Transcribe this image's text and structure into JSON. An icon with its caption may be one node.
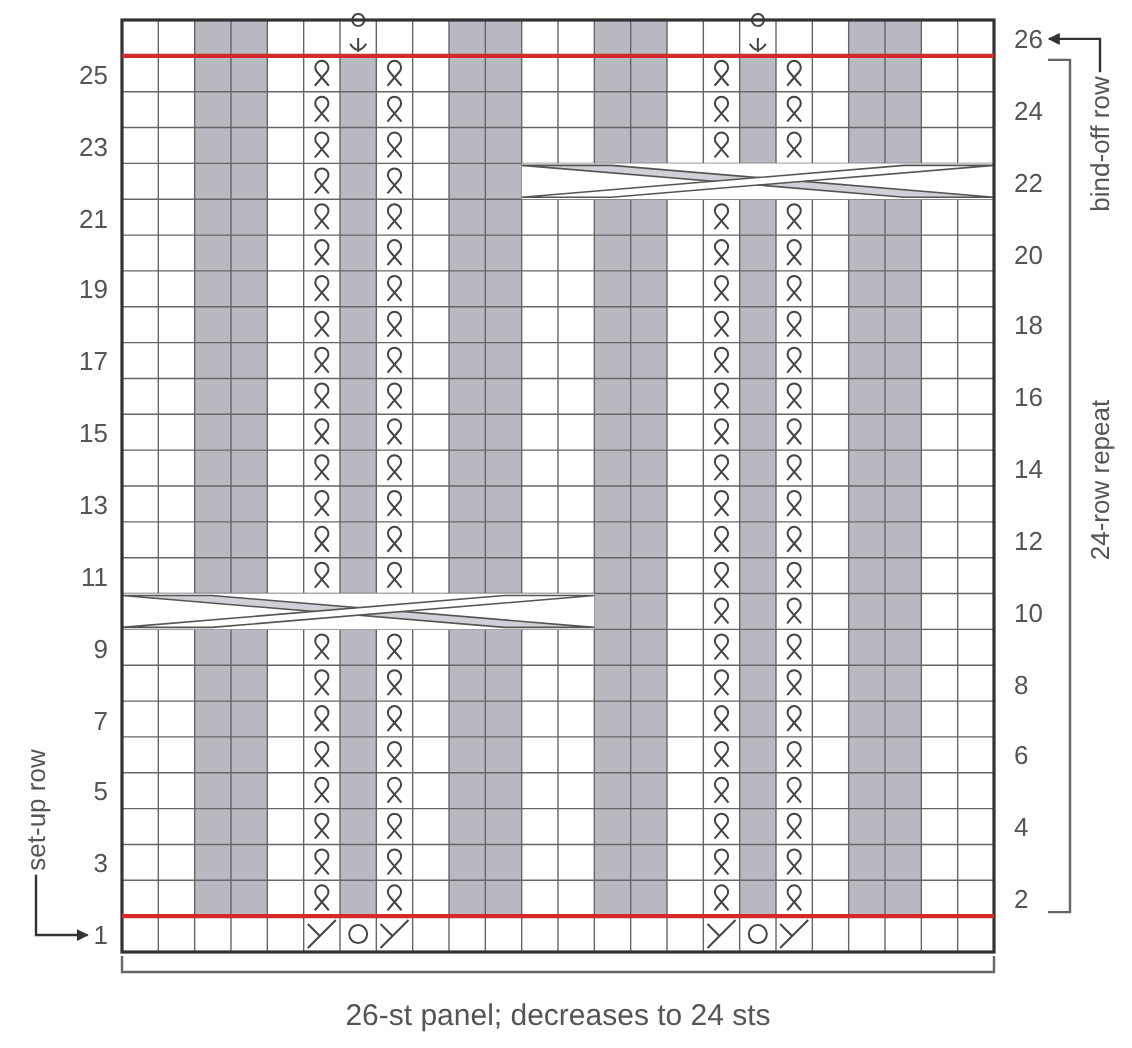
{
  "diagram": {
    "nodes": [
      {
        "text": [
          "set-up row"
        ]
      },
      {
        "text": [
          "1"
        ]
      },
      {
        "text": [
          "bind-off row"
        ]
      },
      {
        "text": [
          "26"
        ]
      }
    ],
    "edges": [
      {
        "from": 0,
        "to": 1,
        "arrow": "to"
      },
      {
        "from": 2,
        "to": 3,
        "arrow": "to"
      }
    ],
    "labels": [
      "25",
      "24",
      "23",
      "22",
      "21",
      "20",
      "19",
      "18",
      "17",
      "16",
      "15",
      "14",
      "13",
      "12",
      "11",
      "10",
      "9",
      "8",
      "7",
      "6",
      "5",
      "4",
      "3",
      "2",
      "24-row repeat",
      "26-st panel; decreases to 24 sts"
    ]
  }
}
